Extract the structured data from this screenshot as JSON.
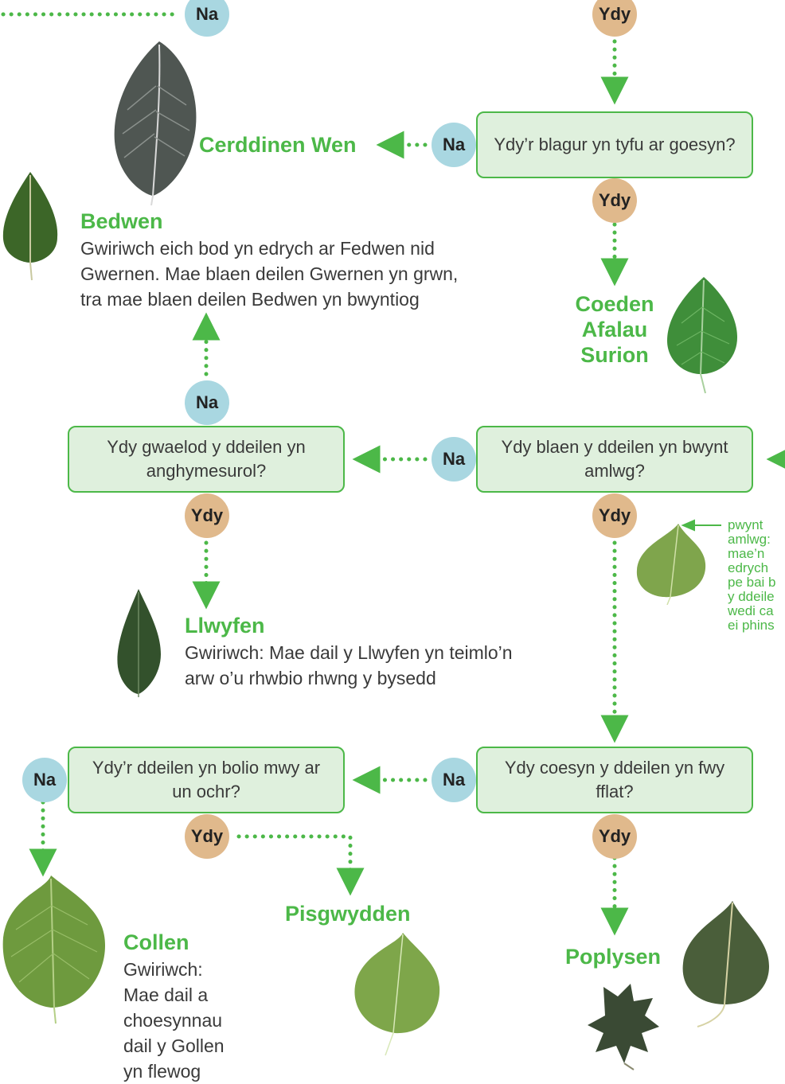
{
  "questions": {
    "q_blagur": "Ydy’r blagur yn tyfu ar goesyn?",
    "q_blaen": "Ydy blaen y ddeilen yn bwynt amlwg?",
    "q_gwaelod": "Ydy gwaelod y ddeilen yn anghymesurol?",
    "q_coesyn": "Ydy coesyn y ddeilen yn fwy fflat?",
    "q_bolio": "Ydy’r ddeilen yn bolio mwy ar un ochr?"
  },
  "answers": {
    "yes": "Ydy",
    "no": "Na"
  },
  "species": {
    "cerddinen": "Cerddinen Wen",
    "bedwen": "Bedwen",
    "coeden_line1": "Coeden",
    "coeden_line2": "Afalau",
    "coeden_line3": "Surion",
    "llwyfen": "Llwyfen",
    "collen": "Collen",
    "pisgwydden": "Pisgwydden",
    "poplysen": "Poplysen"
  },
  "descriptions": {
    "bedwen_1": "Gwiriwch eich bod yn edrych ar Fedwen nid",
    "bedwen_2": "Gwernen. Mae blaen deilen Gwernen yn grwn,",
    "bedwen_3": "tra mae blaen deilen Bedwen yn bwyntiog",
    "llwyfen_1": "Gwiriwch: Mae dail y Llwyfen yn teimlo’n",
    "llwyfen_2": "arw o’u rhwbio rhwng y bysedd",
    "collen_1": "Gwiriwch:",
    "collen_2": "Mae dail a",
    "collen_3": "choesynnau",
    "collen_4": "dail y Gollen",
    "collen_5": "yn flewog"
  },
  "annotation": {
    "line1": "pwynt",
    "line2": "amlwg:",
    "line3": "mae’n",
    "line4": "edrych",
    "line5": "pe bai b",
    "line6": "y ddeile",
    "line7": "wedi ca",
    "line8": "ei phins"
  },
  "colors": {
    "green_text": "#4cb848",
    "box_fill": "#dff0dd",
    "box_border": "#4cb848",
    "no_circle": "#a9d7e1",
    "yes_circle": "#e0b98c"
  }
}
